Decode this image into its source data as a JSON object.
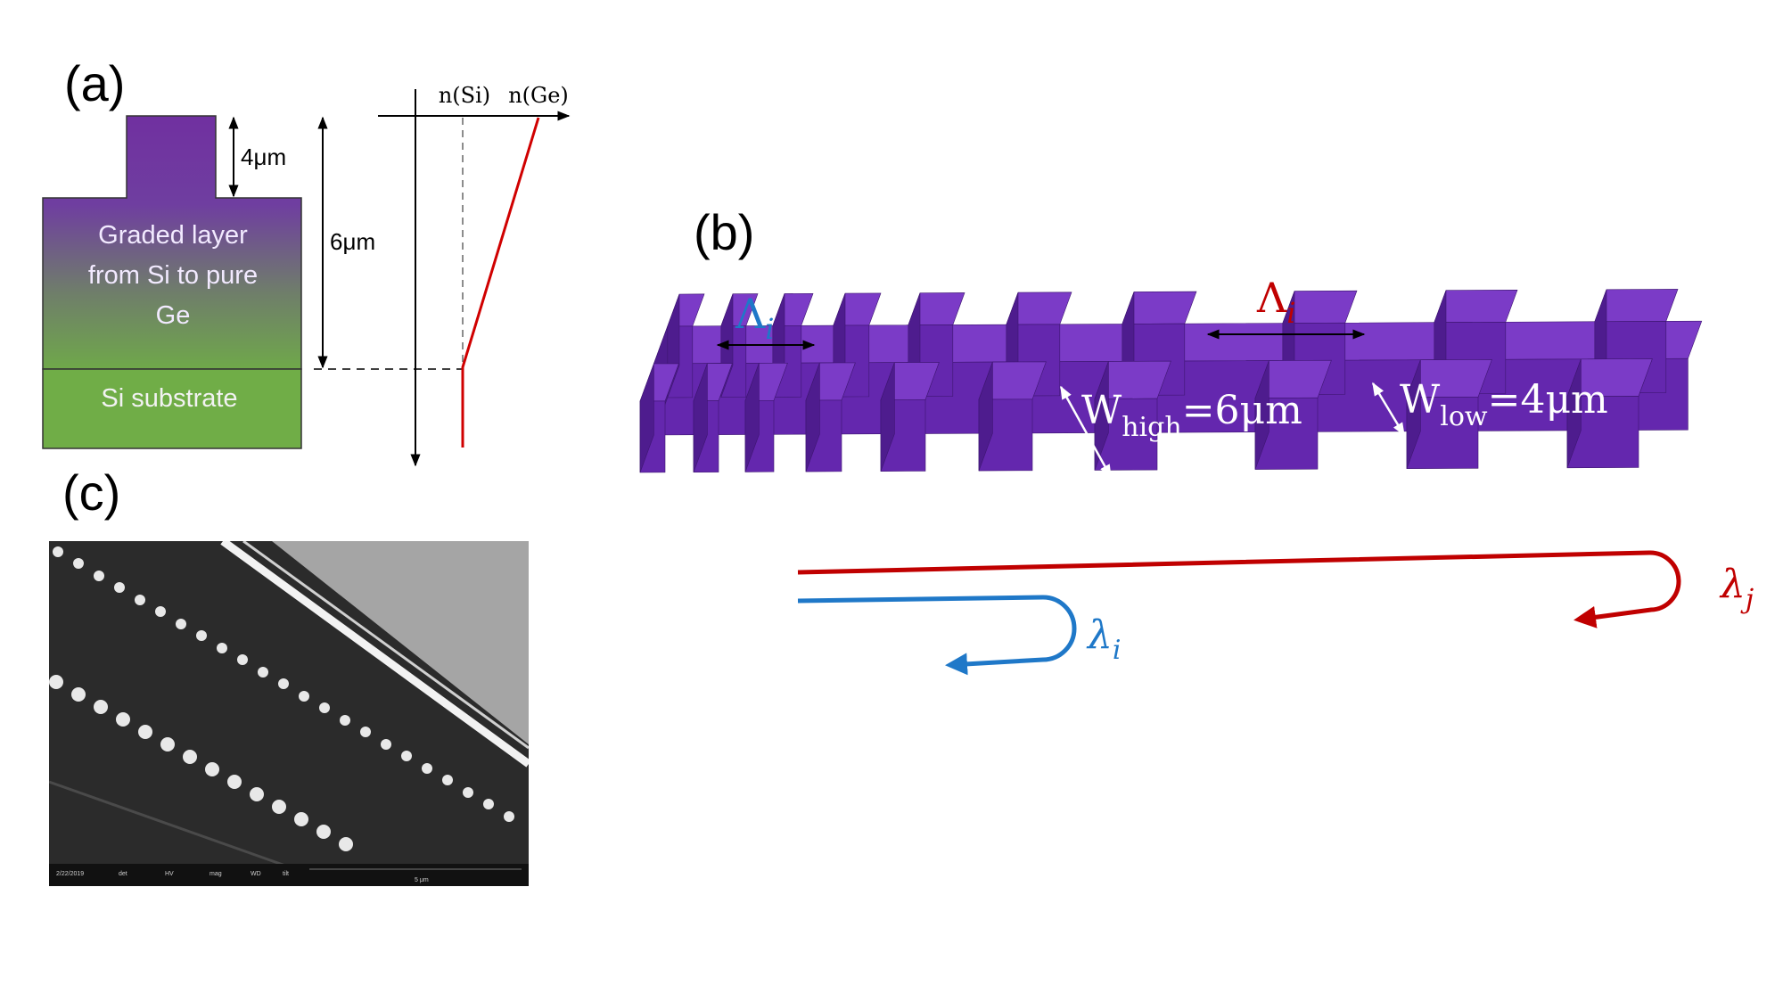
{
  "panel_a": {
    "label": "(a)",
    "layer_text": [
      "Graded layer",
      "from Si to pure",
      "Ge"
    ],
    "substrate_text": "Si substrate",
    "dim_ridge": "4μm",
    "dim_total": "6μm",
    "axis_label_si": "n(Si)",
    "axis_label_ge": "n(Ge)",
    "colors": {
      "ridge": "#7030A0",
      "substrate": "#70AD47",
      "profile": "#D00000"
    }
  },
  "panel_b": {
    "label": "(b)",
    "period_left": {
      "base": "Λ",
      "sub": "i"
    },
    "period_right": {
      "base": "Λ",
      "sub": "i"
    },
    "w_high": {
      "base": "W",
      "sub": "high",
      "value": "=6μm"
    },
    "w_low": {
      "base": "W",
      "sub": "low",
      "value": "=4μm"
    },
    "lambda_i": {
      "base": "λ",
      "sub": "i"
    },
    "lambda_j": {
      "base": "λ",
      "sub": "j"
    },
    "colors": {
      "blue": "#1F78C8",
      "red": "#C00000",
      "top": "#7B3BC7",
      "front": "#6427AE",
      "side": "#4E1C8E"
    }
  },
  "panel_c": {
    "label": "(c)",
    "sem_info": [
      "2/22/2019",
      "det",
      "HV",
      "mag",
      "WD",
      "tilt",
      "5 μm"
    ]
  }
}
